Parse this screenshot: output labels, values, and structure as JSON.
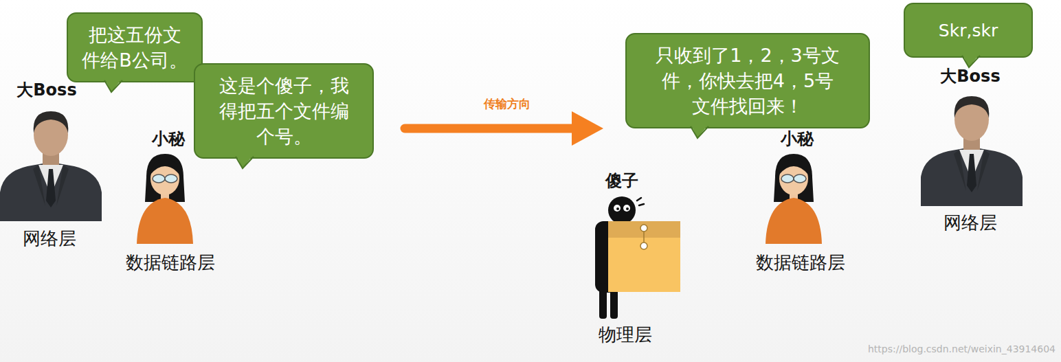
{
  "diagram": {
    "nodes": [
      {
        "text": [
          "把这五份文件给B公司。"
        ]
      },
      {
        "text": [
          "这是个傻子，我得把五个文件编个号。"
        ]
      },
      {
        "text": [
          "只收到了1，2，3号文件，你快去把4，5号文件找回来！"
        ]
      },
      {
        "text": [
          "Skr,skr"
        ]
      }
    ],
    "labels": [
      "大Boss",
      "小秘",
      "网络层",
      "数据链路层",
      "传输方向",
      "傻子",
      "物理层",
      "小秘",
      "数据链路层",
      "大Boss",
      "网络层",
      "https://blog.csdn.net/weixin_43914604"
    ]
  }
}
